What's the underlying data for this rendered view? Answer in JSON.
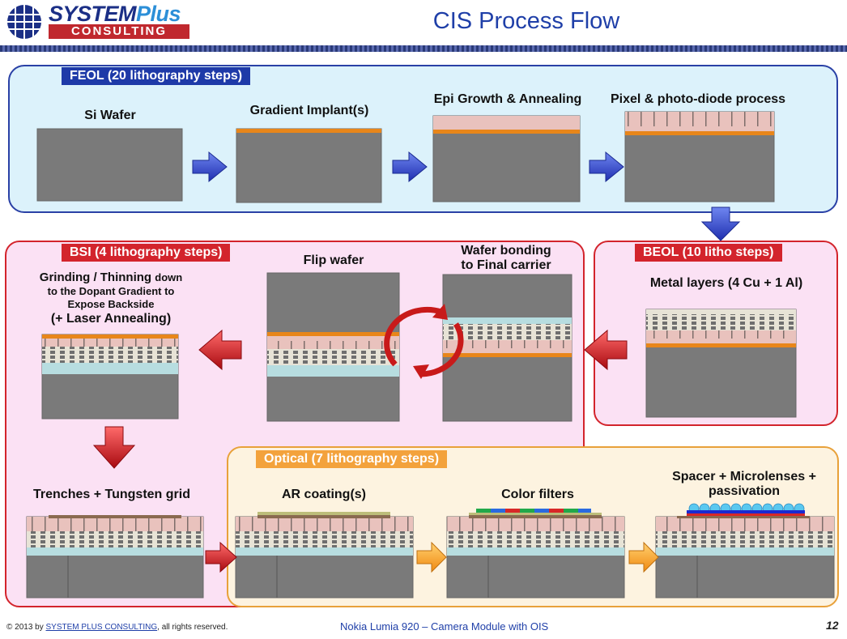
{
  "header": {
    "logo_line1": "SYSTEM",
    "logo_plus": "Plus",
    "logo_line2": "CONSULTING",
    "title": "CIS Process Flow"
  },
  "feol": {
    "tag": "FEOL (20 lithography steps)",
    "steps": [
      "Si Wafer",
      "Gradient Implant(s)",
      "Epi Growth & Annealing",
      "Pixel & photo-diode process"
    ]
  },
  "beol": {
    "tag": "BEOL (10 litho steps)",
    "steps": [
      "Metal layers (4 Cu + 1 Al)"
    ]
  },
  "bsi": {
    "tag": "BSI (4 lithography steps)",
    "grinding_line1": "Grinding / Thinning",
    "grinding_line1_small": "down",
    "grinding_line2": "to the Dopant Gradient to",
    "grinding_line3": "Expose Backside",
    "grinding_line4": "(+ Laser Annealing)",
    "flip": "Flip  wafer",
    "bonding_line1": "Wafer bonding",
    "bonding_line2": "to Final carrier",
    "trenches": "Trenches + Tungsten grid"
  },
  "optical": {
    "tag": "Optical (7 lithography steps)",
    "ar": "AR coating(s)",
    "color": "Color filters",
    "spacer_line1": "Spacer + Microlenses +",
    "spacer_line2": "passivation"
  },
  "footer": {
    "copyright_prefix": "© 2013 by ",
    "copyright_link": "SYSTEM PLUS CONSULTING",
    "copyright_suffix": ", all rights reserved.",
    "center": "Nokia Lumia 920 – Camera Module with OIS",
    "page": "12"
  },
  "colors": {
    "blue_arrow": "#2c3fc8",
    "red_arrow": "#c8141c",
    "orange_arrow": "#f4a020",
    "silicon": "#7a7a7a",
    "orange_layer": "#e8861a",
    "pink_layer": "#e9c2bd"
  }
}
